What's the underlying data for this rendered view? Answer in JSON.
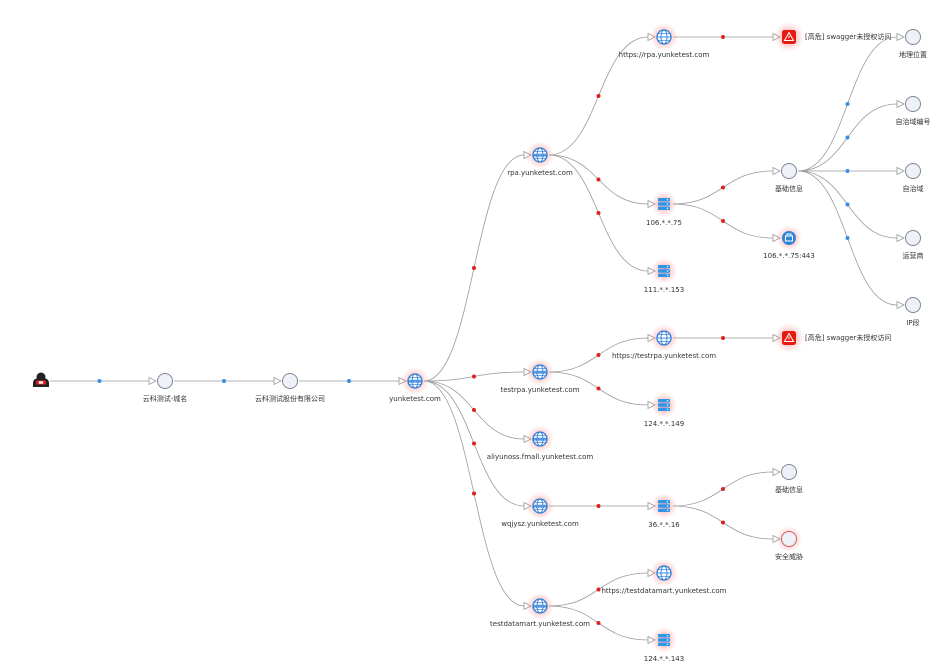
{
  "nodes": {
    "root": {
      "label": "",
      "icon": "person-icon"
    },
    "cat_domain": {
      "label": "云科测试-城名",
      "icon": "circle-icon"
    },
    "company": {
      "label": "云科测试股份有限公司",
      "icon": "circle-icon"
    },
    "yunketest": {
      "label": "yunketest.com",
      "icon": "globe-icon"
    },
    "rpa": {
      "label": "rpa.yunketest.com",
      "icon": "globe-icon"
    },
    "rpa_https": {
      "label": "https://rpa.yunketest.com",
      "icon": "globe-icon"
    },
    "vuln1": {
      "label": "[高危] swagger未授权访问",
      "icon": "warning-icon"
    },
    "ip106": {
      "label": "106.*.*.75",
      "icon": "server-icon"
    },
    "ip111": {
      "label": "111.*.*.153",
      "icon": "server-icon"
    },
    "basic1": {
      "label": "基础信息",
      "icon": "circle-icon"
    },
    "port443": {
      "label": "106.*.*.75:443",
      "icon": "port-icon"
    },
    "geo": {
      "label": "地理位置",
      "icon": "circle-icon"
    },
    "asn": {
      "label": "自治域编号",
      "icon": "circle-icon"
    },
    "as": {
      "label": "自治域",
      "icon": "circle-icon"
    },
    "isp": {
      "label": "运营商",
      "icon": "circle-icon"
    },
    "ipseg": {
      "label": "IP段",
      "icon": "circle-icon"
    },
    "testrpa": {
      "label": "testrpa.yunketest.com",
      "icon": "globe-icon"
    },
    "testrpa_https": {
      "label": "https://testrpa.yunketest.com",
      "icon": "globe-icon"
    },
    "vuln2": {
      "label": "[高危] swagger未授权访问",
      "icon": "warning-icon"
    },
    "ip124a": {
      "label": "124.*.*.149",
      "icon": "server-icon"
    },
    "aliyun": {
      "label": "aliyunoss.fmall.yunketest.com",
      "icon": "globe-icon"
    },
    "wqjysz": {
      "label": "wqjysz.yunketest.com",
      "icon": "globe-icon"
    },
    "ip36": {
      "label": "36.*.*.16",
      "icon": "server-icon"
    },
    "basic2": {
      "label": "基础信息",
      "icon": "circle-icon"
    },
    "threat": {
      "label": "安全威胁",
      "icon": "circle-icon"
    },
    "testdm": {
      "label": "testdatamart.yunketest.com",
      "icon": "globe-icon"
    },
    "testdm_https": {
      "label": "https://testdatamart.yunketest.com",
      "icon": "globe-icon"
    },
    "ip124b": {
      "label": "124.*.*.143",
      "icon": "server-icon"
    }
  },
  "colors": {
    "edge": "#9a9a9a",
    "dot_blue": "#3a8ee6",
    "dot_red": "#e02020",
    "globe": "#2f80d8",
    "server": "#2f95e8",
    "alert": "#e8190f",
    "circle_fill": "#eef1f8",
    "circle_stroke": "#7f8796"
  }
}
